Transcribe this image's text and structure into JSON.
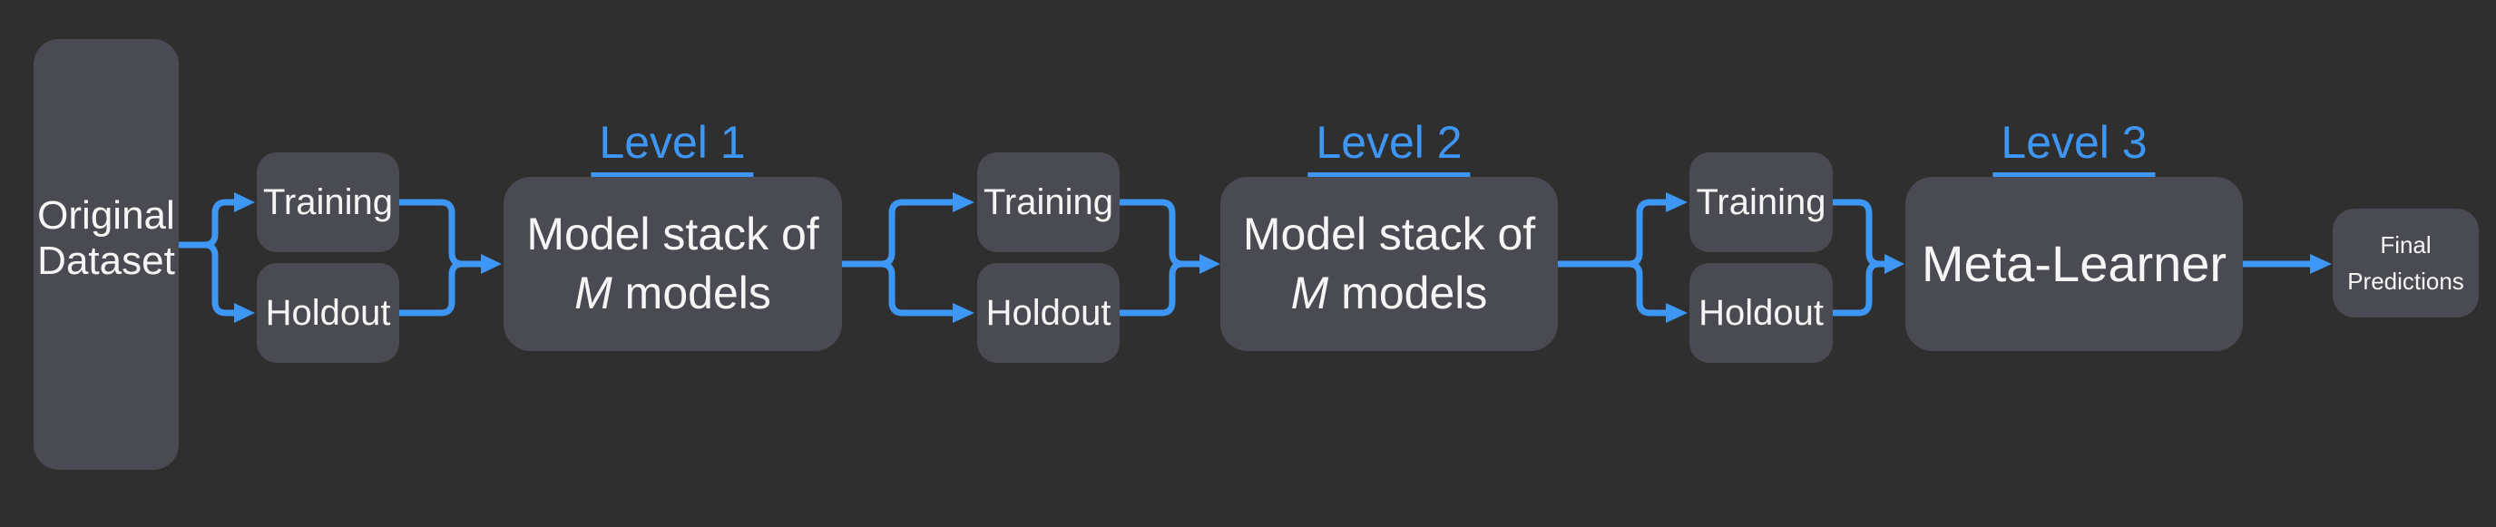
{
  "palette": {
    "background": "#2f2f2f",
    "node_fill": "#4a4a52",
    "accent_blue": "#3e97f5",
    "text_white": "#f5f5f5"
  },
  "nodes": {
    "original_dataset": {
      "line1": "Original",
      "line2": "Dataset"
    },
    "final_predictions": {
      "line1": "Final",
      "line2": "Predictions"
    }
  },
  "splits": [
    {
      "training": "Training",
      "holdout": "Holdout"
    },
    {
      "training": "Training",
      "holdout": "Holdout"
    },
    {
      "training": "Training",
      "holdout": "Holdout"
    }
  ],
  "levels": [
    {
      "title": "Level 1",
      "box_line1": "Model stack of",
      "box_line2_italic": "M",
      "box_line2_rest": " models"
    },
    {
      "title": "Level 2",
      "box_line1": "Model stack of",
      "box_line2_italic": "M",
      "box_line2_rest": " models"
    },
    {
      "title": "Level 3",
      "box_label": "Meta-Learner"
    }
  ]
}
